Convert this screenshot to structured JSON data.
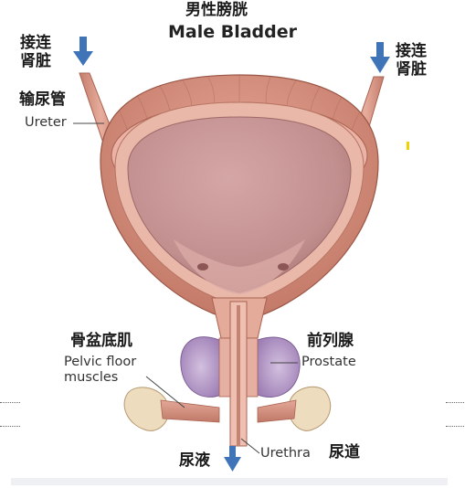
{
  "title": {
    "zh": "男性膀胱",
    "en": "Male Bladder"
  },
  "labels": {
    "left_kidney": [
      "接连",
      "肾脏"
    ],
    "right_kidney": [
      "接连",
      "肾脏"
    ],
    "ureter": {
      "zh": "输尿管",
      "en": "Ureter"
    },
    "pelvic_floor": {
      "zh": "骨盆底肌",
      "en_line1": "Pelvic floor",
      "en_line2": "muscles"
    },
    "prostate": {
      "zh": "前列腺",
      "en": "Prostate"
    },
    "urine": {
      "zh": "尿液"
    },
    "urethra": {
      "zh": "尿道",
      "en": "Urethra"
    }
  },
  "colors": {
    "arrow": "#3f74b8",
    "muscle": "#cf8a7a",
    "muscle_dark": "#a9624f",
    "lining": "#e7b2a4",
    "cavity": "#c99898",
    "prostate": "#b79ac9",
    "bone": "#ecd9bd"
  }
}
